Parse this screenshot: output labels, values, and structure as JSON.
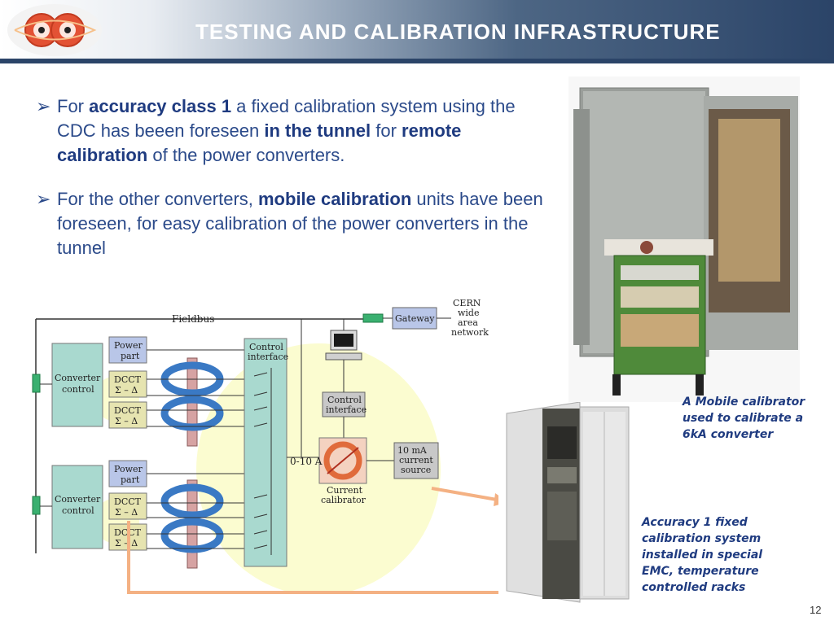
{
  "header": {
    "title": "TESTING AND CALIBRATION INFRASTRUCTURE"
  },
  "bullets": [
    {
      "parts": [
        {
          "t": "For ",
          "b": false
        },
        {
          "t": "accuracy class 1",
          "b": true
        },
        {
          "t": " a fixed calibration system using the CDC has beeen foreseen ",
          "b": false
        },
        {
          "t": "in the tunnel",
          "b": true
        },
        {
          "t": " for ",
          "b": false
        },
        {
          "t": "remote calibration",
          "b": true
        },
        {
          "t": " of the power converters.",
          "b": false
        }
      ]
    },
    {
      "parts": [
        {
          "t": "For the other converters, ",
          "b": false
        },
        {
          "t": "mobile calibration",
          "b": true
        },
        {
          "t": " units have been foreseen, for easy calibration of the power converters in the tunnel",
          "b": false
        }
      ]
    }
  ],
  "diagram": {
    "fieldbus": "Fieldbus",
    "gateway": "Gateway",
    "network": [
      "CERN",
      "wide",
      "area",
      "network"
    ],
    "power_part": [
      "Power",
      "part"
    ],
    "converter_control": [
      "Converter",
      "control"
    ],
    "dcct": [
      "DCCT",
      "Σ – Δ"
    ],
    "control_interface": [
      "Control",
      "interface"
    ],
    "range": "0-10 A",
    "current_source": [
      "10 mA",
      "current",
      "source"
    ],
    "current_calibrator": [
      "Current",
      "calibrator"
    ]
  },
  "captions": {
    "mobile": [
      "A Mobile calibrator",
      "used to calibrate a",
      "6kA converter"
    ],
    "fixed": [
      "Accuracy 1 fixed",
      "calibration system",
      "installed in special",
      "EMC, temperature",
      "controlled racks"
    ]
  },
  "page_number": "12",
  "colors": {
    "title_blue": "#2b4468",
    "text_blue": "#2b4a8a",
    "arrow_orange": "#f4b183",
    "box_green": "#a9d9cf",
    "box_blue": "#b9c6e8",
    "highlight_yellow": "#fbfcd0"
  }
}
